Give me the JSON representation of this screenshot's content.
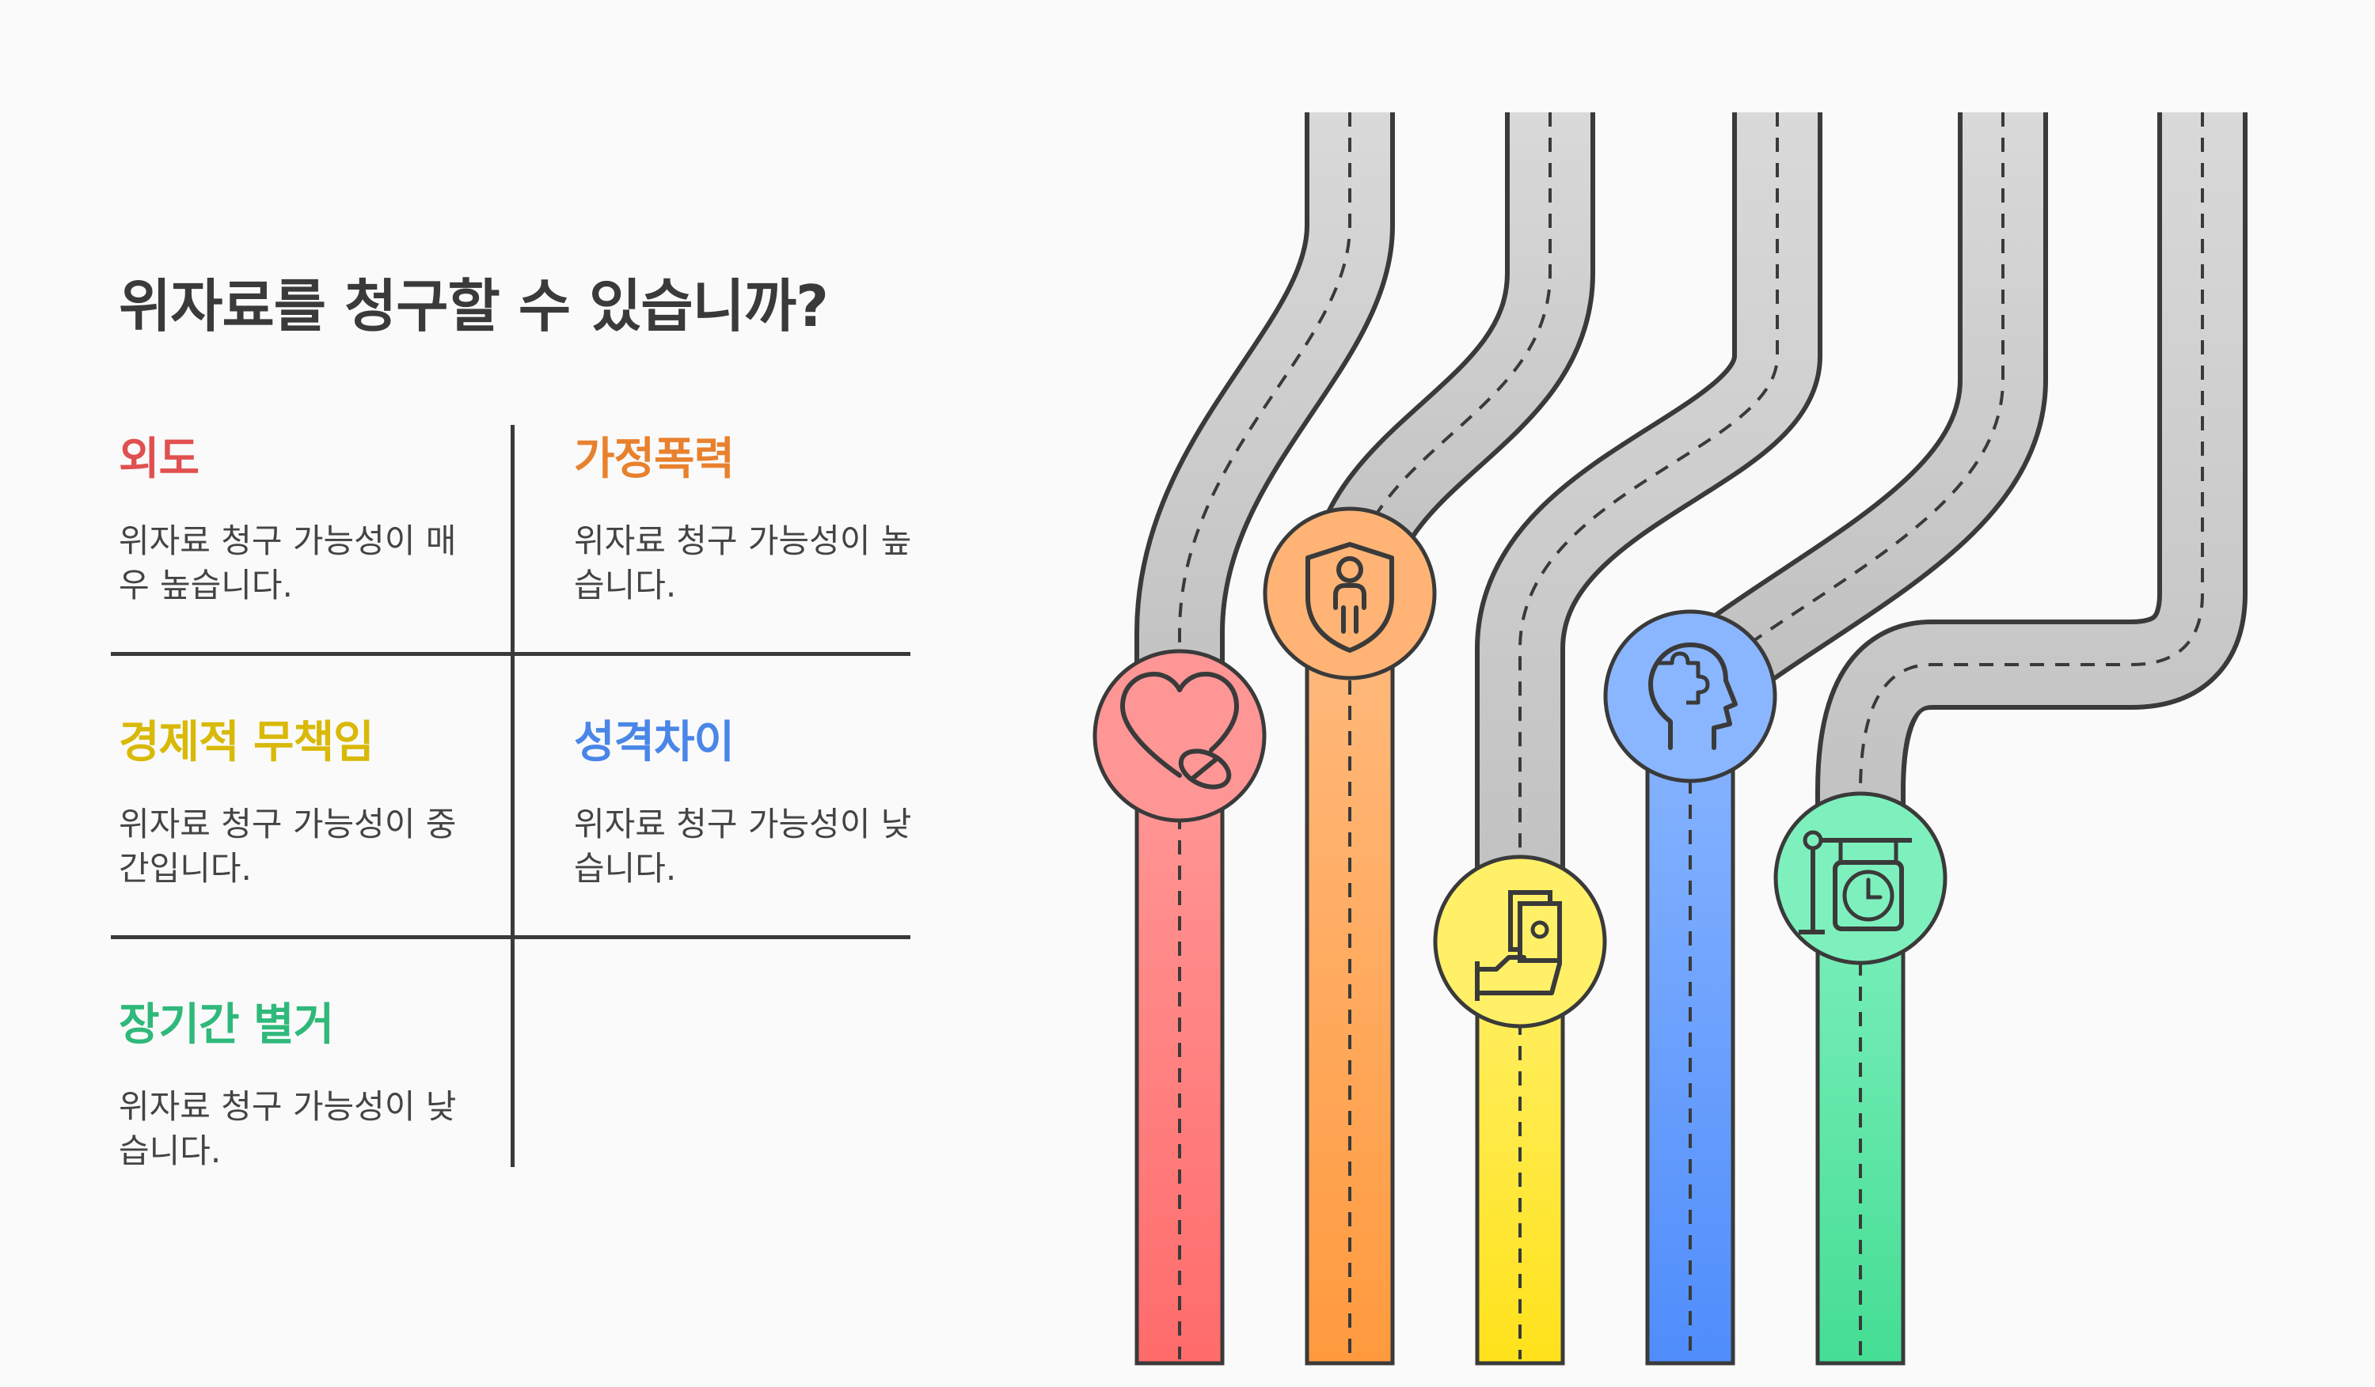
{
  "title": "위자료를 청구할 수 있습니까?",
  "items": [
    {
      "title": "외도",
      "description": "위자료 청구 가능성이 매우 높습니다.",
      "color": "#e0504f",
      "icon": "broken-heart-pill-icon"
    },
    {
      "title": "가정폭력",
      "description": "위자료 청구 가능성이 높습니다.",
      "color": "#e8812d",
      "icon": "shield-person-icon"
    },
    {
      "title": "경제적 무책임",
      "description": "위자료 청구 가능성이 중간입니다.",
      "color": "#d9b908",
      "icon": "hand-money-icon"
    },
    {
      "title": "성격차이",
      "description": "위자료 청구 가능성이 낮습니다.",
      "color": "#4a86e8",
      "icon": "head-puzzle-icon"
    },
    {
      "title": "장기간 별거",
      "description": "위자료 청구 가능성이 낮습니다.",
      "color": "#2fb97a",
      "icon": "hanging-clock-sign-icon"
    }
  ]
}
